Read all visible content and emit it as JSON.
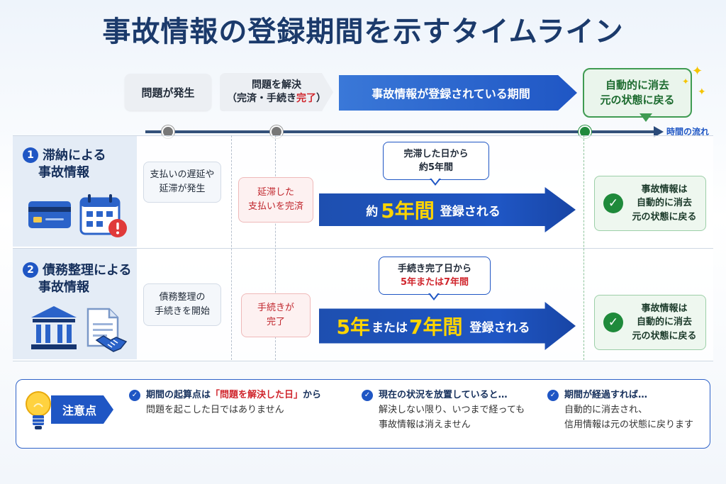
{
  "title": "事故情報の登録期間を示すタイムライン",
  "stages": {
    "occur": "問題が発生",
    "resolve_line1": "問題を解決",
    "resolve_line2_pre": "（完済・手続き",
    "resolve_line2_red": "完了",
    "resolve_line2_post": "）",
    "period": "事故情報が登録されている期間",
    "restore_line1": "自動的に消去",
    "restore_line2": "元の状態に戻る"
  },
  "timeline_label": "時間の流れ",
  "rows": [
    {
      "number": "1",
      "title_line1": "滞納による",
      "title_line2": "事故情報",
      "occur_line1": "支払いの遅延や",
      "occur_line2": "延滞が発生",
      "resolve_line1": "延滞した",
      "resolve_line2": "支払いを完済",
      "bubble_line1": "完滞した日から",
      "bubble_line2": "約5年間",
      "arrow_pre": "約",
      "arrow_big": "5年間",
      "arrow_post": "登録される",
      "result_line1": "事故情報は",
      "result_line2": "自動的に消去",
      "result_line3": "元の状態に戻る"
    },
    {
      "number": "2",
      "title_line1": "債務整理による",
      "title_line2": "事故情報",
      "occur_line1": "債務整理の",
      "occur_line2": "手続きを開始",
      "resolve_line1": "手続きが",
      "resolve_line2": "完了",
      "bubble_line1": "手続き完了日から",
      "bubble_line2": "5年または7年間",
      "arrow_big1": "5年",
      "arrow_mid": "または",
      "arrow_big2": "7年間",
      "arrow_post": "登録される",
      "result_line1": "事故情報は",
      "result_line2": "自動的に消去",
      "result_line3": "元の状態に戻る"
    }
  ],
  "note": {
    "tag": "注意点",
    "items": [
      {
        "head_pre": "期間の起算点は",
        "head_red": "「問題を解決した日」",
        "head_post": "から",
        "body_line1": "問題を起こした日ではありません",
        "body_line2": ""
      },
      {
        "head_pre": "現在の状況を放置していると…",
        "head_red": "",
        "head_post": "",
        "body_line1": "解決しない限り、いつまで経っても",
        "body_line2": "事故情報は消えません"
      },
      {
        "head_pre": "期間が経過すれば…",
        "head_red": "",
        "head_post": "",
        "body_line1": "自動的に消去され、",
        "body_line2": "信用情報は元の状態に戻ります"
      }
    ]
  },
  "colors": {
    "primary_blue": "#1f56c4",
    "navy": "#1b3a6b",
    "accent_red": "#d0262d",
    "success_green": "#1f8a3b",
    "highlight_yellow": "#ffd400"
  },
  "icons": [
    "credit-card-icon",
    "calendar-alert-icon",
    "bank-building-icon",
    "document-icon",
    "handshake-icon",
    "lightbulb-icon",
    "check-circle-icon",
    "sparkle-icon"
  ]
}
